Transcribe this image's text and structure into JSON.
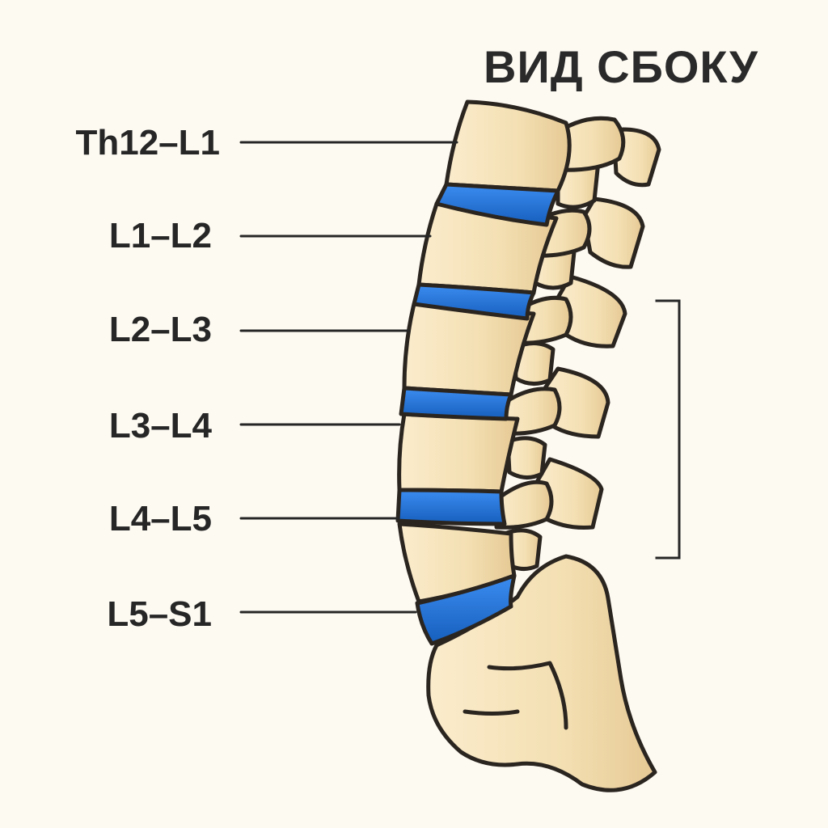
{
  "title": "ВИД СБОКУ",
  "segments": [
    {
      "label": "Th12–L1"
    },
    {
      "label": "L1–L2"
    },
    {
      "label": "L2–L3"
    },
    {
      "label": "L3–L4"
    },
    {
      "label": "L4–L5"
    },
    {
      "label": "L5–S1"
    }
  ],
  "colors": {
    "background": "#fdfaf2",
    "bone": "#f3dfb2",
    "bone_outline": "#2b2520",
    "disc": "#1f6fd1",
    "text": "#262626"
  }
}
